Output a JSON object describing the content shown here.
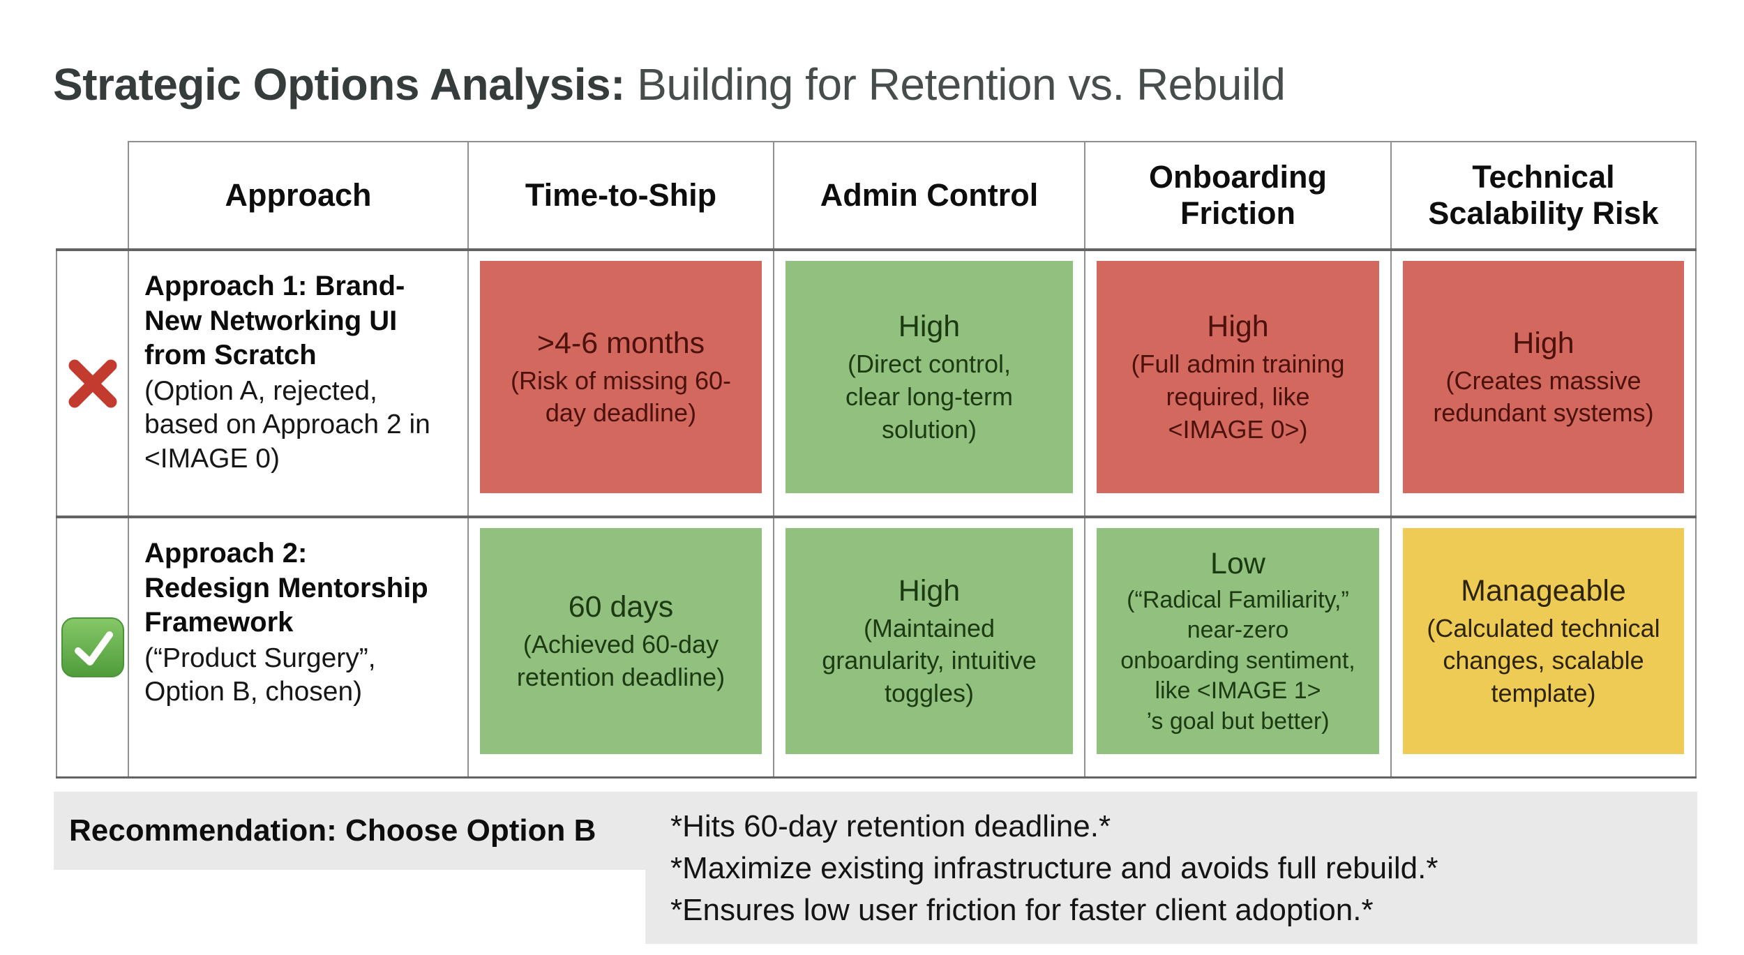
{
  "title": {
    "bold": "Strategic Options Analysis:",
    "regular": " Building for Retention vs. Rebuild"
  },
  "table": {
    "headers": [
      "Approach",
      "Time-to-Ship",
      "Admin Control",
      "Onboarding Friction",
      "Technical Scalability Risk"
    ],
    "rows": [
      {
        "icon": "cross-mark",
        "label_bold": "Approach 1: Brand-\nNew Networking UI\nfrom Scratch",
        "label_note": "(Option A, rejected,\nbased on Approach 2 in\n<IMAGE 0)",
        "cells": [
          {
            "tone": "red",
            "main": ">4-6 months",
            "note": "(Risk of missing 60-\nday deadline)"
          },
          {
            "tone": "green",
            "main": "High",
            "note": "(Direct control,\nclear long-term\nsolution)"
          },
          {
            "tone": "red",
            "main": "High",
            "note": "(Full admin training\nrequired, like\n<IMAGE 0>)"
          },
          {
            "tone": "red",
            "main": "High",
            "note": "(Creates massive\nredundant systems)"
          }
        ]
      },
      {
        "icon": "check-mark",
        "label_bold": "Approach 2:\nRedesign Mentorship\nFramework",
        "label_note": "(“Product Surgery”,\nOption B, chosen)",
        "cells": [
          {
            "tone": "green",
            "main": "60 days",
            "note": "(Achieved 60-day\nretention deadline)"
          },
          {
            "tone": "green",
            "main": "High",
            "note": "(Maintained\ngranularity, intuitive\ntoggles)"
          },
          {
            "tone": "green",
            "main": "Low",
            "note": "(“Radical Familiarity,”\nnear-zero\nonboarding sentiment,\nlike <IMAGE 1>\n’s goal but better)"
          },
          {
            "tone": "yellow",
            "main": "Manageable",
            "note": "(Calculated technical\nchanges, scalable\ntemplate)"
          }
        ]
      }
    ]
  },
  "recommendation": {
    "label": "Recommendation: Choose Option B",
    "bullets": [
      "*Hits 60-day retention deadline.*",
      "*Maximize existing infrastructure and avoids full rebuild.*",
      "*Ensures low user friction for faster client adoption.*"
    ]
  },
  "colors": {
    "red_bg": "#d2685e",
    "red_fg": "#4c110b",
    "green_bg": "#92c07e",
    "green_fg": "#1b3a12",
    "yellow_bg": "#eecb55",
    "yellow_fg": "#2d2404",
    "highlight_bg": "#e9e9e9",
    "cross_icon": "#c23b2e",
    "check_icon": "#58a942",
    "border_gray": "#8f8f8f",
    "separator_dark": "#636363"
  }
}
